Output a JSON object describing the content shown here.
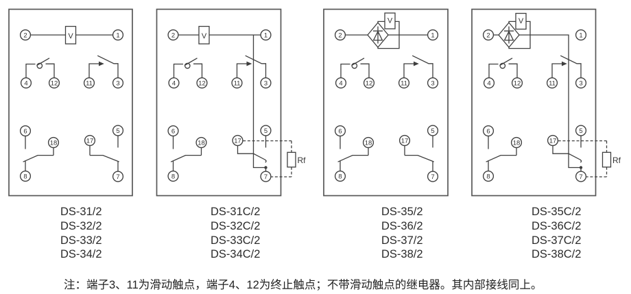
{
  "terminals": {
    "t1": "1",
    "t2": "2",
    "t3": "3",
    "t4": "4",
    "t5": "5",
    "t6": "6",
    "t7": "7",
    "t8": "8",
    "t11": "11",
    "t12": "12",
    "t17": "17",
    "t18": "18"
  },
  "coil_label": "V",
  "rf_label": "Rf",
  "model_columns": [
    [
      "DS-31/2",
      "DS-32/2",
      "DS-33/2",
      "DS-34/2"
    ],
    [
      "DS-31C/2",
      "DS-32C/2",
      "DS-33C/2",
      "DS-34C/2"
    ],
    [
      "DS-35/2",
      "DS-36/2",
      "DS-37/2",
      "DS-38/2"
    ],
    [
      "DS-35C/2",
      "DS-36C/2",
      "DS-37C/2",
      "DS-38C/2"
    ]
  ],
  "note": "注：端子3、11为滑动触点，端子4、12为终止触点；不带滑动触点的继电器。其内部接线同上。",
  "colors": {
    "line": "#3e3e3e",
    "border": "#575757",
    "text": "#2b2b2b"
  }
}
